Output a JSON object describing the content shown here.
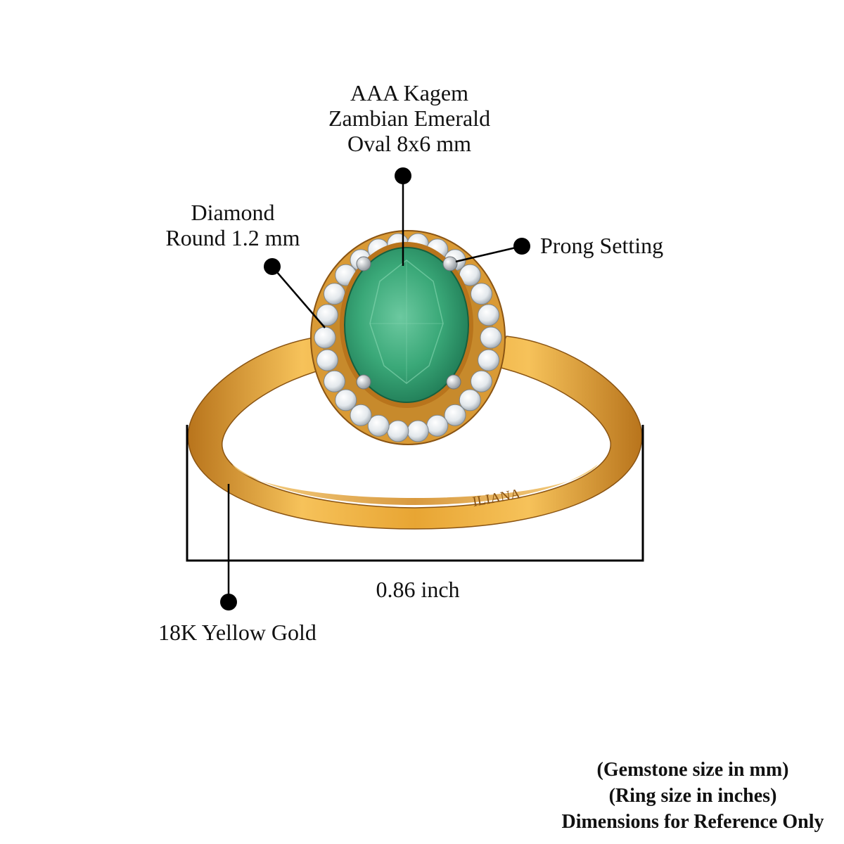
{
  "callouts": {
    "emerald": [
      "AAA Kagem",
      "Zambian Emerald",
      "Oval 8x6 mm"
    ],
    "diamond": [
      "Diamond",
      "Round 1.2 mm"
    ],
    "prong": "Prong Setting",
    "metal": "18K Yellow Gold",
    "width": "0.86 inch"
  },
  "engraving": "ILIANA",
  "notes": [
    "(Gemstone size in mm)",
    "(Ring size in inches)",
    "Dimensions for Reference Only"
  ],
  "colors": {
    "gold": "#e8a533",
    "gold_dark": "#b8741c",
    "emerald": "#3aa878",
    "emerald_dark": "#1f7a55",
    "diamond": "#eef2f4",
    "marker": "#000000"
  }
}
